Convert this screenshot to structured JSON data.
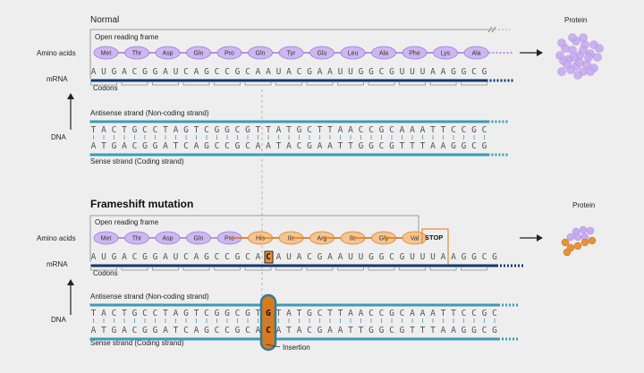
{
  "normal": {
    "title": "Normal",
    "orf_label": "Open reading frame",
    "amino_acids_label": "Amino acids",
    "mrna_label": "mRNA",
    "codons_label": "Codons",
    "dna_label": "DNA",
    "antisense_label": "Antisense strand (Non-coding strand)",
    "sense_label": "Sense strand (Coding strand)",
    "protein_label": "Protein",
    "amino_acids": [
      "Met",
      "Thr",
      "Asp",
      "Gln",
      "Pro",
      "Gln",
      "Tyr",
      "Glu",
      "Leu",
      "Ala",
      "Phe",
      "Lys",
      "Ala"
    ],
    "mrna": "AUGACGGAUCAGCCGCAAUACGAAUUGGCGUUUAAGGCG",
    "antisense": "TACTGCCTAGTCGGCGTTATGCTTAACCGCAAATTCCGC",
    "sense": "ATGACGGATCAGCCGCAATACGAATTGGCGTTTAAGGCG"
  },
  "mutant": {
    "title": "Frameshift mutation",
    "orf_label": "Open reading frame",
    "amino_acids_label": "Amino acids",
    "mrna_label": "mRNA",
    "codons_label": "Codons",
    "dna_label": "DNA",
    "antisense_label": "Antisense strand (Non-coding strand)",
    "sense_label": "Sense strand (Coding strand)",
    "protein_label": "Protein",
    "insertion_label": "Insertion",
    "stop_label": "STOP",
    "amino_acids": [
      "Met",
      "Thr",
      "Asp",
      "Gln",
      "Pro",
      "His",
      "Ile",
      "Arg",
      "Ile",
      "Gly",
      "Val"
    ],
    "mutated_from_index": 5,
    "mrna": "AUGACGGAUCAGCCGCACAUACGAAUUGGCGUUUAAGGCG",
    "antisense": "TACTGCCTAGTCGGCGTGTATGCTTAACCGCAAATTCCGC",
    "sense": "ATGACGGATCAGCCGCACATACGAATTGGCGTTTAAGGCG",
    "inserted_index": 17,
    "inserted_mrna_base": "C",
    "inserted_antisense_base": "G",
    "inserted_sense_base": "C"
  },
  "colors": {
    "purple_fill": "#cdb7f0",
    "purple_stroke": "#9b7bd8",
    "orange_fill": "#f6c491",
    "orange_stroke": "#e07b1a",
    "navy": "#123a6e",
    "teal": "#3d9bb4"
  }
}
